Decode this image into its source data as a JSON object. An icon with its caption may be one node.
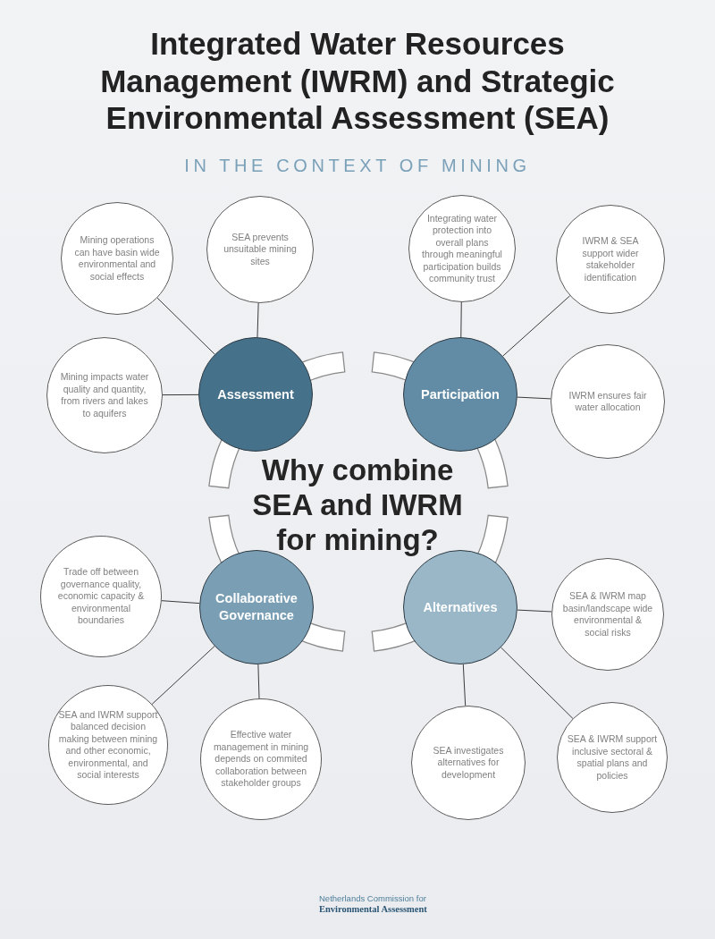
{
  "diagram": {
    "title": "Integrated Water Resources Management (IWRM) and Strategic Environmental Assessment (SEA)",
    "nodes": [
      {
        "text": [
          "Assessment"
        ]
      },
      {
        "text": [
          "Mining operations can have basin wide environmental and social effects"
        ]
      },
      {
        "text": [
          "SEA prevents unsuitable mining sites"
        ]
      },
      {
        "text": [
          "Mining impacts water quality and quantity, from rivers and lakes to aquifers"
        ]
      },
      {
        "text": [
          "Participation"
        ]
      },
      {
        "text": [
          "Integrating water protection into overall plans through meaningful participation builds community trust"
        ]
      },
      {
        "text": [
          "IWRM & SEA support wider stakeholder identification"
        ]
      },
      {
        "text": [
          "IWRM ensures fair water allocation"
        ]
      },
      {
        "text": [
          "Collaborative Governance"
        ]
      },
      {
        "text": [
          "Trade off between governance quality, economic capacity & environmental boundaries"
        ]
      },
      {
        "text": [
          "SEA and IWRM support balanced decision making between mining and other economic, environmental, and social interests"
        ]
      },
      {
        "text": [
          "Effective water management in mining depends on commited collaboration between stakeholder groups"
        ]
      },
      {
        "text": [
          "Alternatives"
        ]
      },
      {
        "text": [
          "SEA & IWRM map basin/landscape wide environmental & social risks"
        ]
      },
      {
        "text": [
          "SEA investigates alternatives for development"
        ]
      },
      {
        "text": [
          "SEA & IWRM support inclusive sectoral & spatial plans and policies"
        ]
      }
    ],
    "edges": [
      {
        "from": 0,
        "to": 1,
        "arrow": "none"
      },
      {
        "from": 0,
        "to": 2,
        "arrow": "none"
      },
      {
        "from": 0,
        "to": 3,
        "arrow": "none"
      },
      {
        "from": 4,
        "to": 5,
        "arrow": "none"
      },
      {
        "from": 4,
        "to": 6,
        "arrow": "none"
      },
      {
        "from": 4,
        "to": 7,
        "arrow": "none"
      },
      {
        "from": 8,
        "to": 9,
        "arrow": "none"
      },
      {
        "from": 8,
        "to": 10,
        "arrow": "none"
      },
      {
        "from": 8,
        "to": 11,
        "arrow": "none"
      },
      {
        "from": 12,
        "to": 13,
        "arrow": "none"
      },
      {
        "from": 12,
        "to": 14,
        "arrow": "none"
      },
      {
        "from": 12,
        "to": 15,
        "arrow": "none"
      }
    ],
    "labels": [
      "IN THE CONTEXT OF MINING",
      "Why combine SEA and IWRM for mining?",
      "Netherlands Commission for",
      "Environmental Assessment"
    ]
  }
}
